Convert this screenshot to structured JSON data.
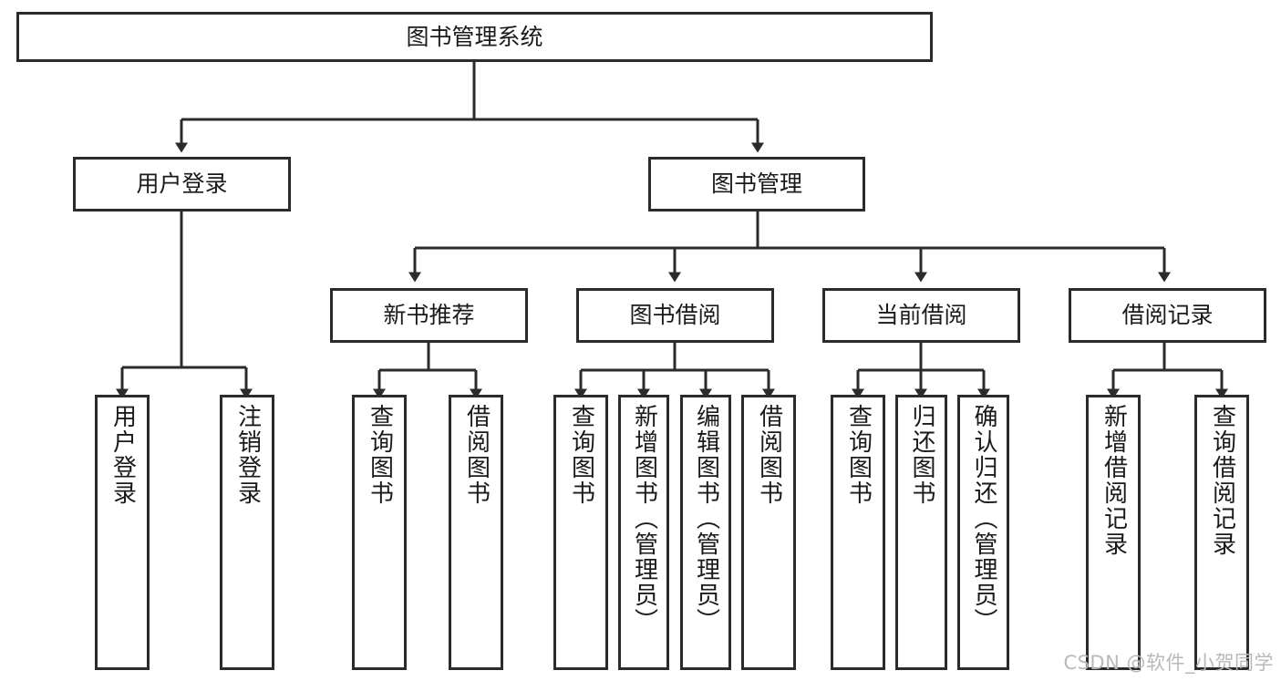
{
  "diagram": {
    "title": "图书管理系统",
    "type": "tree-hierarchy",
    "watermark": "CSDN @软件_小贺同学",
    "colors": {
      "box_border": "#2b2b2b",
      "box_fill": "#ffffff",
      "line": "#2b2b2b",
      "text": "#1a1a1a",
      "watermark": "#b9b9b9",
      "background": "#ffffff"
    },
    "root": {
      "label": "图书管理系统"
    },
    "level2": [
      {
        "label": "用户登录"
      },
      {
        "label": "图书管理"
      }
    ],
    "level3": [
      {
        "label": "新书推荐"
      },
      {
        "label": "图书借阅"
      },
      {
        "label": "当前借阅"
      },
      {
        "label": "借阅记录"
      }
    ],
    "leaves": {
      "user_login": [
        {
          "label": "用户登录"
        },
        {
          "label": "注销登录"
        }
      ],
      "new_book_recommend": [
        {
          "label": "查询图书"
        },
        {
          "label": "借阅图书"
        }
      ],
      "book_borrow": [
        {
          "label": "查询图书"
        },
        {
          "label": "新增图书（管理员）"
        },
        {
          "label": "编辑图书（管理员）"
        },
        {
          "label": "借阅图书"
        }
      ],
      "current_borrow": [
        {
          "label": "查询图书"
        },
        {
          "label": "归还图书"
        },
        {
          "label": "确认归还（管理员）"
        }
      ],
      "borrow_record": [
        {
          "label": "新增借阅记录"
        },
        {
          "label": "查询借阅记录"
        }
      ]
    }
  }
}
